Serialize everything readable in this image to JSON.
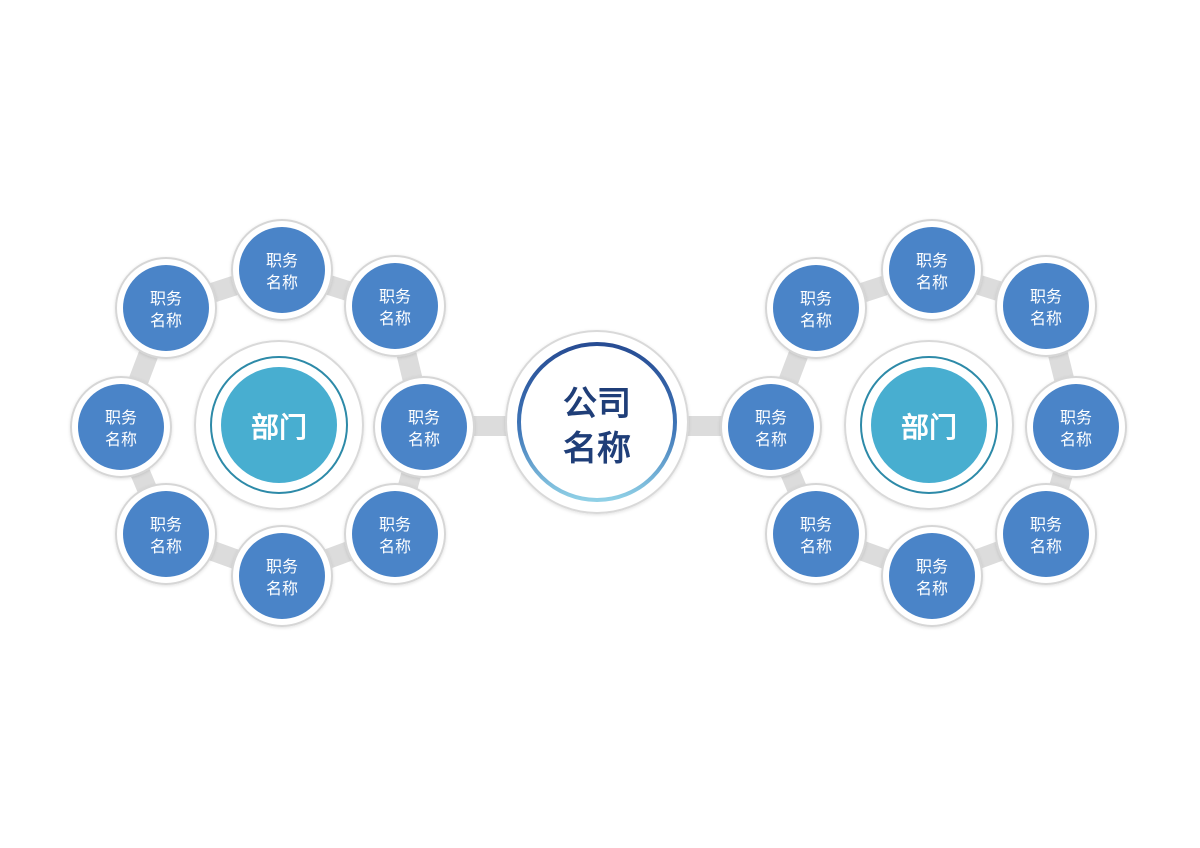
{
  "colors": {
    "node": "#4a84c8",
    "dept": "#48aed0",
    "connector": "#dcdcdc",
    "ring": "#d6d6d6",
    "company_text": "#1f3e78",
    "company_ring_top": "#274c93",
    "company_ring_bottom": "#8fd0e6",
    "dept_ring": "#2d8aa8"
  },
  "company": {
    "line1": "公司",
    "line2": "名称"
  },
  "groups": [
    {
      "id": "left",
      "dept_label": "部门",
      "positions": [
        {
          "line1": "职务",
          "line2": "名称"
        },
        {
          "line1": "职务",
          "line2": "名称"
        },
        {
          "line1": "职务",
          "line2": "名称"
        },
        {
          "line1": "职务",
          "line2": "名称"
        },
        {
          "line1": "职务",
          "line2": "名称"
        },
        {
          "line1": "职务",
          "line2": "名称"
        },
        {
          "line1": "职务",
          "line2": "名称"
        },
        {
          "line1": "职务",
          "line2": "名称"
        }
      ]
    },
    {
      "id": "right",
      "dept_label": "部门",
      "positions": [
        {
          "line1": "职务",
          "line2": "名称"
        },
        {
          "line1": "职务",
          "line2": "名称"
        },
        {
          "line1": "职务",
          "line2": "名称"
        },
        {
          "line1": "职务",
          "line2": "名称"
        },
        {
          "line1": "职务",
          "line2": "名称"
        },
        {
          "line1": "职务",
          "line2": "名称"
        },
        {
          "line1": "职务",
          "line2": "名称"
        },
        {
          "line1": "职务",
          "line2": "名称"
        }
      ]
    }
  ]
}
